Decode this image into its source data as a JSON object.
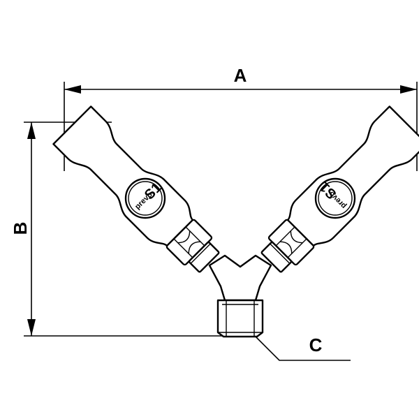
{
  "dimensions": {
    "a_label": "A",
    "b_label": "B",
    "c_label": "C"
  },
  "logo": {
    "brand": "prevo",
    "mark": "S1"
  },
  "colors": {
    "line": "#000000",
    "background": "#ffffff"
  }
}
